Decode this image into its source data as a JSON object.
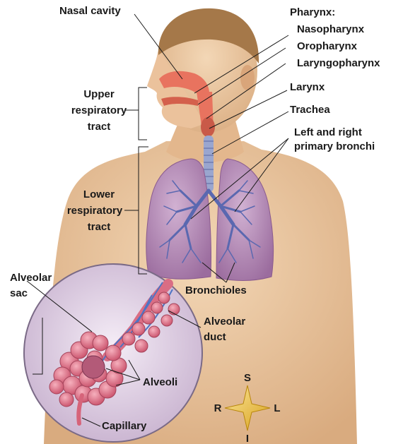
{
  "labels": {
    "nasal_cavity": "Nasal cavity",
    "pharynx": "Pharynx:",
    "nasopharynx": "Nasopharynx",
    "oropharynx": "Oropharynx",
    "laryngopharynx": "Laryngopharynx",
    "larynx": "Larynx",
    "trachea": "Trachea",
    "bronchi_line1": "Left and right",
    "bronchi_line2": "primary bronchi",
    "upper_tract_line1": "Upper",
    "upper_tract_line2": "respiratory",
    "upper_tract_line3": "tract",
    "lower_tract_line1": "Lower",
    "lower_tract_line2": "respiratory",
    "lower_tract_line3": "tract",
    "alveolar_sac_line1": "Alveolar",
    "alveolar_sac_line2": "sac",
    "bronchioles": "Bronchioles",
    "alveolar_duct_line1": "Alveolar",
    "alveolar_duct_line2": "duct",
    "alveoli": "Alveoli",
    "capillary": "Capillary"
  },
  "compass": {
    "superior": "S",
    "inferior": "I",
    "right": "R",
    "left": "L"
  },
  "colors": {
    "skin": "#edc9a3",
    "hair": "#a57849",
    "airway": "#e8735f",
    "lung": "#b58bb7",
    "bronchi": "#5a68b0",
    "alveoli": "#e07b8f",
    "inset_bg": "#e9dcec",
    "compass": "#f2c531"
  }
}
